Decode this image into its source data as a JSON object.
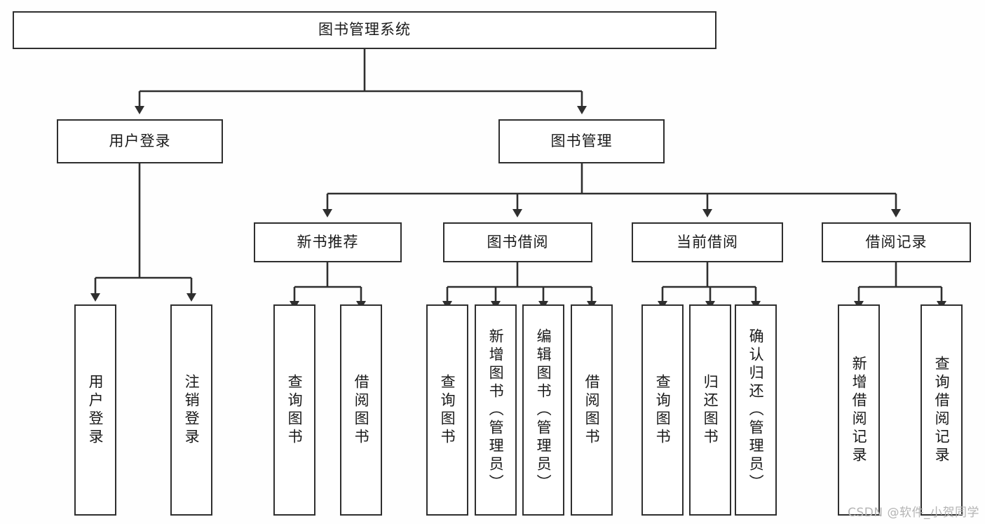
{
  "diagram": {
    "title": "图书管理系统",
    "watermark": "CSDN @软件_小贺同学",
    "colors": {
      "stroke": "#2f2f2f",
      "background": "#fefefe",
      "text": "#1a1a1a",
      "watermark": "#b4b4b4"
    },
    "levels": {
      "root": {
        "label": "图书管理系统"
      },
      "level2": [
        {
          "label": "用户登录"
        },
        {
          "label": "图书管理"
        }
      ],
      "level3": [
        {
          "label": "新书推荐"
        },
        {
          "label": "图书借阅"
        },
        {
          "label": "当前借阅"
        },
        {
          "label": "借阅记录"
        }
      ],
      "leaves": {
        "user_login": [
          {
            "label": "用户登录"
          },
          {
            "label": "注销登录"
          }
        ],
        "new_book_recommend": [
          {
            "label": "查询图书"
          },
          {
            "label": "借阅图书"
          }
        ],
        "book_borrow": [
          {
            "label": "查询图书"
          },
          {
            "label": "新增图书（管理员）"
          },
          {
            "label": "编辑图书（管理员）"
          },
          {
            "label": "借阅图书"
          }
        ],
        "current_borrow": [
          {
            "label": "查询图书"
          },
          {
            "label": "归还图书"
          },
          {
            "label": "确认归还（管理员）"
          }
        ],
        "borrow_record": [
          {
            "label": "新增借阅记录"
          },
          {
            "label": "查询借阅记录"
          }
        ]
      }
    }
  }
}
